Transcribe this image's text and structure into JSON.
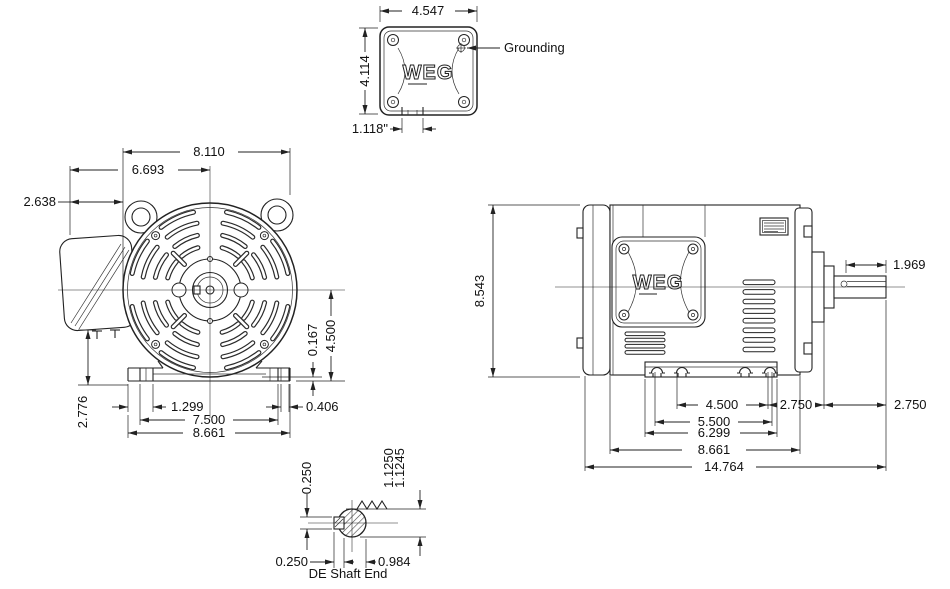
{
  "top_view": {
    "logo": "WEG",
    "dim_width": "4.547",
    "dim_height": "4.114",
    "dim_holes": "1.118\"",
    "grounding_label": "Grounding"
  },
  "front_view": {
    "dim_overall_width": "8.110",
    "dim_lug_width": "6.693",
    "dim_box_depth": "2.638",
    "dim_cover_gap": "0.167",
    "dim_shaft_height": "4.500",
    "dim_box_height": "2.776",
    "dim_foot_offset": "1.299",
    "dim_foot_span": "7.500",
    "dim_base_width": "8.661",
    "dim_slot_width": "0.406"
  },
  "side_view": {
    "logo": "WEG",
    "dim_overall_height": "8.543",
    "dim_shaft_length": "1.969",
    "dim_foot_holes": "4.500",
    "dim_foot_holes_outer": "5.500",
    "dim_base_length": "6.299",
    "dim_frame_length": "8.661",
    "dim_overall_length": "14.764",
    "dim_left_offset": "2.750",
    "dim_right_offset": "2.750"
  },
  "shaft_detail": {
    "dim_key_height": "0.250",
    "dim_key_width": "0.250",
    "dim_dia_max": "1.1250",
    "dim_dia_min": "1.1245",
    "dim_flat": "0.984",
    "caption": "DE Shaft End"
  }
}
